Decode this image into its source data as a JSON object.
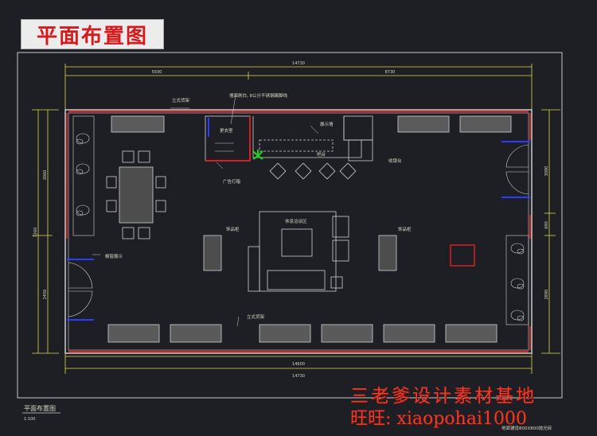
{
  "title": "平面布置图",
  "dims": {
    "top_total": "14730",
    "top_left": "5930",
    "top_right": "8730",
    "bottom_total": "14600",
    "bottom_total2": "14730",
    "left_total": "7260",
    "left_upper": "3060",
    "left_lower": "2450",
    "right_upper": "3080",
    "right_mid": "690",
    "right_lower": "2890"
  },
  "labels": {
    "shelf_top": "立式货架",
    "ceiling_note": "墙面刷白, 8公分不锈钢踢脚线",
    "dressing": "更衣室",
    "ad_box": "广告灯箱",
    "display_wall": "展示墙",
    "bar": "吧台",
    "cashier": "收银台",
    "showcase_left": "饰品柜",
    "showcase_right": "饰品柜",
    "lounge": "休息洽谈区",
    "display_window": "橱窗展示",
    "shelf_bottom": "立式货架"
  },
  "footer": {
    "drawing_name": "平面布置图",
    "scale": "1:100",
    "note": "地面铺设800X800抛光砖"
  },
  "watermark": {
    "line1": "三老爹设计素材基地",
    "line2": "旺旺: xiaopohai1000"
  }
}
